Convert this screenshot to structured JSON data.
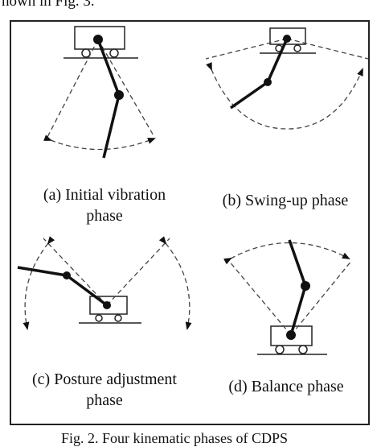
{
  "page_top_text": "hown in Fig. 3.",
  "figure": {
    "captions": {
      "a": [
        "(a) Initial vibration",
        "phase"
      ],
      "b": [
        "(b) Swing-up phase"
      ],
      "c": [
        "(c) Posture adjustment",
        "phase"
      ],
      "d": [
        "(d) Balance phase"
      ]
    },
    "figure_caption": "Fig. 2. Four kinematic phases of  CDPS"
  }
}
